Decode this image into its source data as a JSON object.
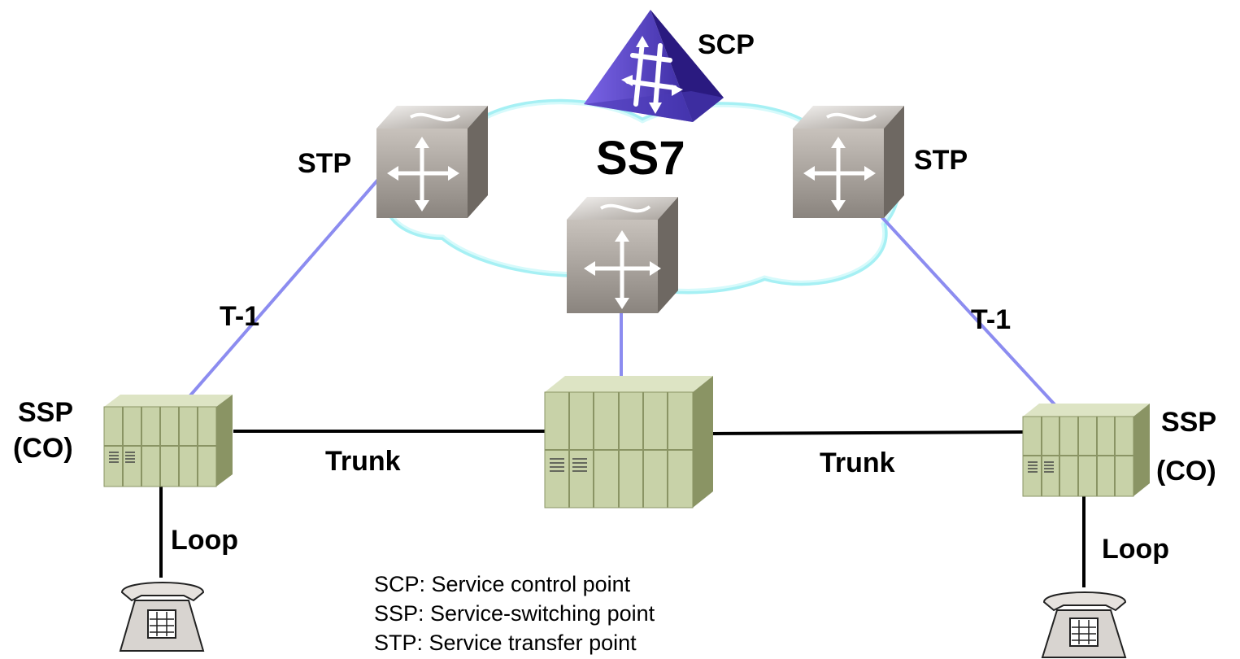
{
  "labels": {
    "scp": "SCP",
    "ss7": "SS7",
    "stp_left": "STP",
    "stp_right": "STP",
    "t1_left": "T-1",
    "t1_right": "T-1",
    "ssp_left_1": "SSP",
    "ssp_left_2": "(CO)",
    "ssp_right_1": "SSP",
    "ssp_right_2": "(CO)",
    "trunk_left": "Trunk",
    "trunk_right": "Trunk",
    "loop_left": "Loop",
    "loop_right": "Loop"
  },
  "legend": [
    "SCP: Service control point",
    "SSP: Service-switching point",
    "STP: Service transfer point"
  ],
  "colors": {
    "link_blue": "#8c8cf0",
    "trunk_line": "#000000",
    "cloud_glow": "#a6f0f4",
    "scp_face": "#5a45c8",
    "switch_face": "#b8b0aa",
    "ssp_face": "#c8d2a8"
  }
}
